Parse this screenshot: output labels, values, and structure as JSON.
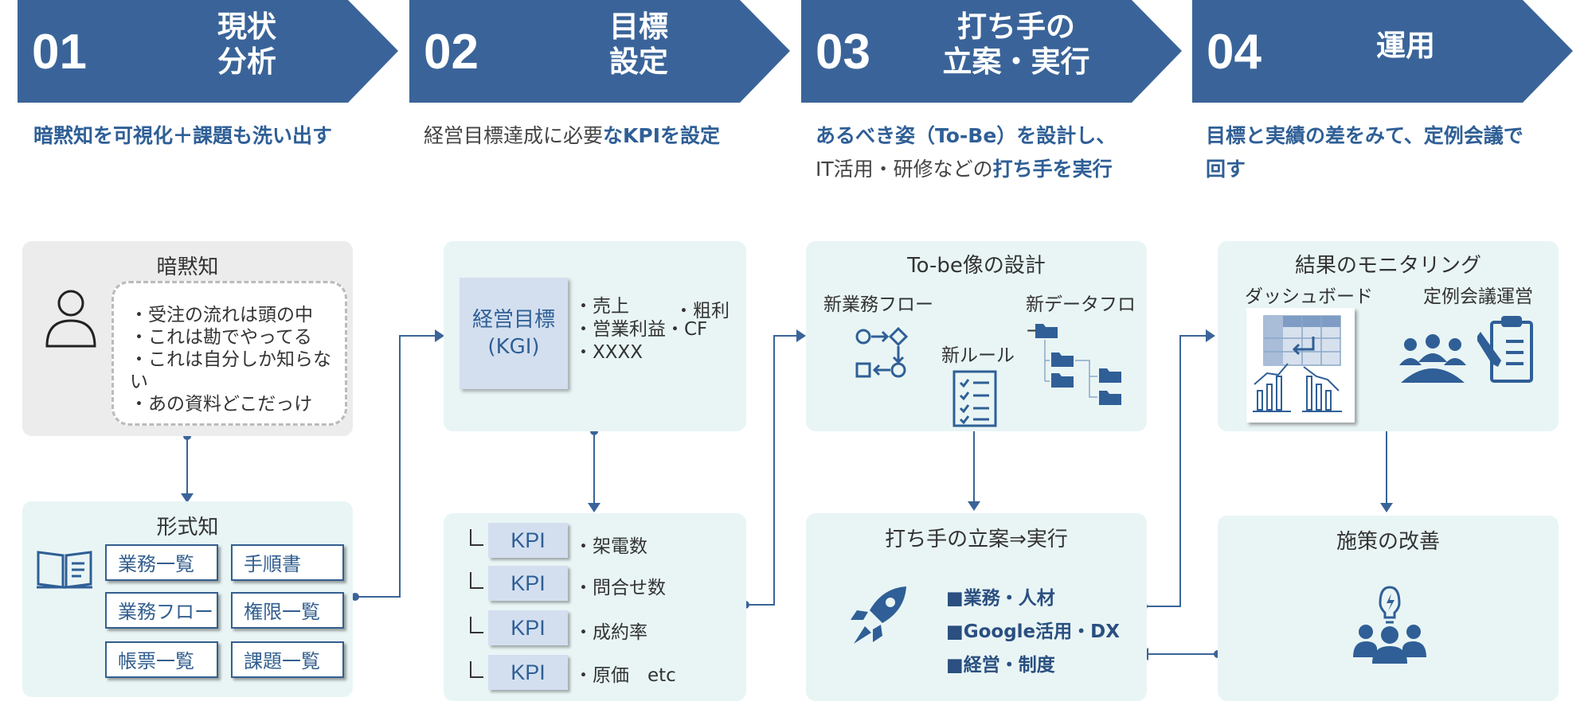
{
  "steps": [
    {
      "num": "01",
      "title_l1": "現状",
      "title_l2": "分析"
    },
    {
      "num": "02",
      "title_l1": "目標",
      "title_l2": "設定"
    },
    {
      "num": "03",
      "title_l1": "打ち手の",
      "title_l2": "立案・実行"
    },
    {
      "num": "04",
      "title_l1": "運用",
      "title_l2": ""
    }
  ],
  "descs": {
    "s1": {
      "hl": "暗黙知を可視化＋課題も洗い出す"
    },
    "s2": {
      "plain": "経営目標達成に必要",
      "hl": "なKPIを設定"
    },
    "s3": {
      "l1_hl": "あるべき姿（To-Be）を設計し、",
      "l2_plain": "IT活用・研修などの",
      "l2_hl": "打ち手を実行"
    },
    "s4": {
      "l1_hl": "目標と実績の差をみて、定例会議で",
      "l2_hl": "回す"
    }
  },
  "tacit": {
    "title": "暗黙知",
    "items": [
      "・受注の流れは頭の中",
      "・これは勘でやってる",
      "・これは自分しか知らない",
      "・あの資料どこだっけ"
    ]
  },
  "explicit": {
    "title": "形式知",
    "tags": [
      "業務一覧",
      "手順書",
      "業務フロー",
      "権限一覧",
      "帳票一覧",
      "課題一覧"
    ]
  },
  "kgi": {
    "label_l1": "経営目標",
    "label_l2": "(KGI)",
    "items": [
      "・売上",
      "・粗利",
      "・営業利益・CF",
      "・XXXX"
    ]
  },
  "kpis": {
    "label": "KPI",
    "items": [
      "・架電数",
      "・問合せ数",
      "・成約率",
      "・原価　etc"
    ]
  },
  "tobe": {
    "title": "To-be像の設計",
    "flow": "新業務フロー",
    "data": "新データフロー",
    "rule": "新ルール"
  },
  "action": {
    "title": "打ち手の立案⇒実行",
    "items": [
      "■業務・人材",
      "■Google活用・DX",
      "■経営・制度"
    ]
  },
  "monitor": {
    "title": "結果のモニタリング",
    "dash": "ダッシュボード",
    "meeting": "定例会議運営"
  },
  "improve": {
    "title": "施策の改善"
  },
  "colors": {
    "accent": "#3a6499",
    "box": "#e9f5f5",
    "gray": "#ececec"
  }
}
